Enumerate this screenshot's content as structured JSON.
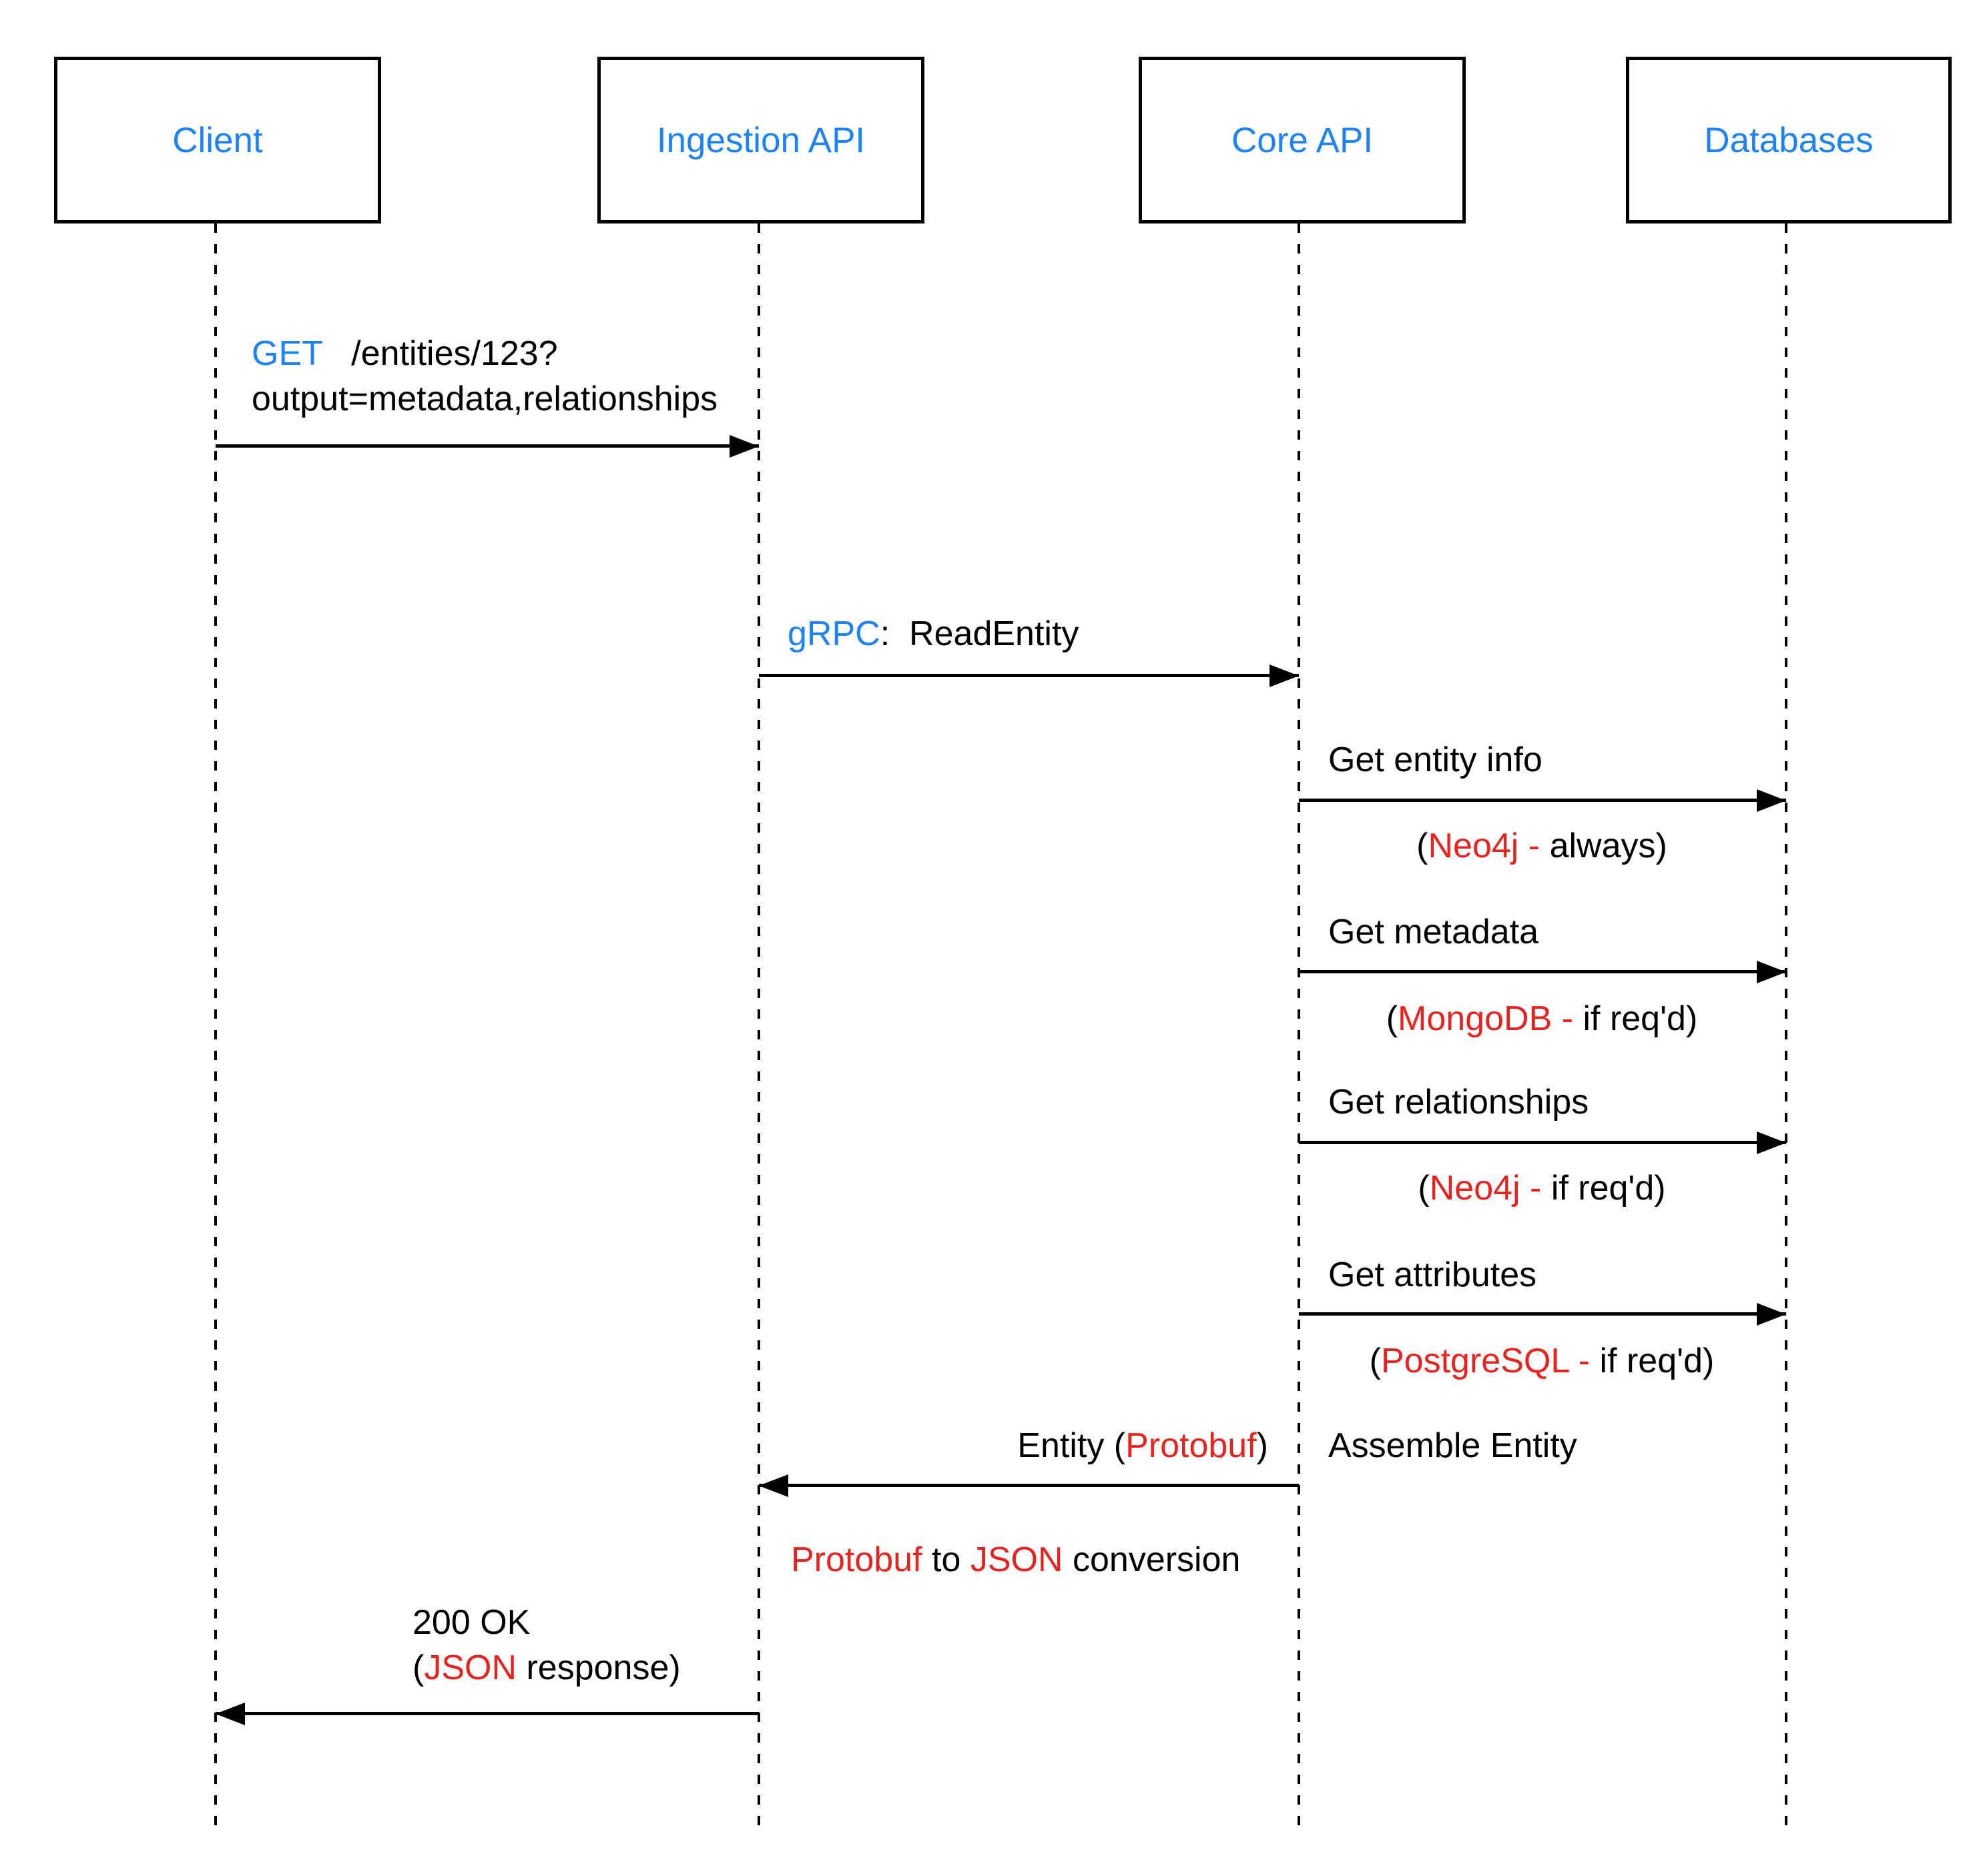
{
  "colors": {
    "accent_blue": "#1e82f7",
    "accent_red": "#e8231f",
    "line_black": "#000000",
    "background": "#ffffff"
  },
  "actors": [
    {
      "label": "Client"
    },
    {
      "label": "Ingestion API"
    },
    {
      "label": "Core API"
    },
    {
      "label": "Databases"
    }
  ],
  "messages": {
    "get_request": {
      "line1": [
        {
          "t": "GET",
          "c": "blue"
        },
        {
          "t": "   /entities/123?",
          "c": "black"
        }
      ],
      "line2": [
        {
          "t": "output=metadata,relationships",
          "c": "black"
        }
      ]
    },
    "grpc_call": {
      "label": [
        {
          "t": "gRPC",
          "c": "blue"
        },
        {
          "t": ":  ReadEntity",
          "c": "black"
        }
      ]
    },
    "get_entity_info": {
      "label": [
        {
          "t": "Get entity info",
          "c": "black"
        }
      ],
      "note": [
        {
          "t": "(",
          "c": "black"
        },
        {
          "t": "Neo4j - ",
          "c": "red"
        },
        {
          "t": "always)",
          "c": "black"
        }
      ]
    },
    "get_metadata": {
      "label": [
        {
          "t": "Get metadata",
          "c": "black"
        }
      ],
      "note": [
        {
          "t": "(",
          "c": "black"
        },
        {
          "t": "MongoDB - ",
          "c": "red"
        },
        {
          "t": "if req'd)",
          "c": "black"
        }
      ]
    },
    "get_relationships": {
      "label": [
        {
          "t": "Get relationships",
          "c": "black"
        }
      ],
      "note": [
        {
          "t": "(",
          "c": "black"
        },
        {
          "t": "Neo4j - ",
          "c": "red"
        },
        {
          "t": "if req'd)",
          "c": "black"
        }
      ]
    },
    "get_attributes": {
      "label": [
        {
          "t": "Get attributes",
          "c": "black"
        }
      ],
      "note": [
        {
          "t": "(",
          "c": "black"
        },
        {
          "t": "PostgreSQL - ",
          "c": "red"
        },
        {
          "t": "if req'd)",
          "c": "black"
        }
      ]
    },
    "return_entity": {
      "label": [
        {
          "t": "Entity (",
          "c": "black"
        },
        {
          "t": "Protobuf",
          "c": "red"
        },
        {
          "t": ")",
          "c": "black"
        }
      ],
      "self_note": [
        {
          "t": "Assemble Entity",
          "c": "black"
        }
      ]
    },
    "conversion_note": {
      "label": [
        {
          "t": "Protobuf",
          "c": "red"
        },
        {
          "t": " to ",
          "c": "black"
        },
        {
          "t": "JSON",
          "c": "red"
        },
        {
          "t": " conversion",
          "c": "black"
        }
      ]
    },
    "response": {
      "line1": [
        {
          "t": "200 OK",
          "c": "black"
        }
      ],
      "line2": [
        {
          "t": "(",
          "c": "black"
        },
        {
          "t": "JSON",
          "c": "red"
        },
        {
          "t": " response)",
          "c": "black"
        }
      ]
    }
  }
}
